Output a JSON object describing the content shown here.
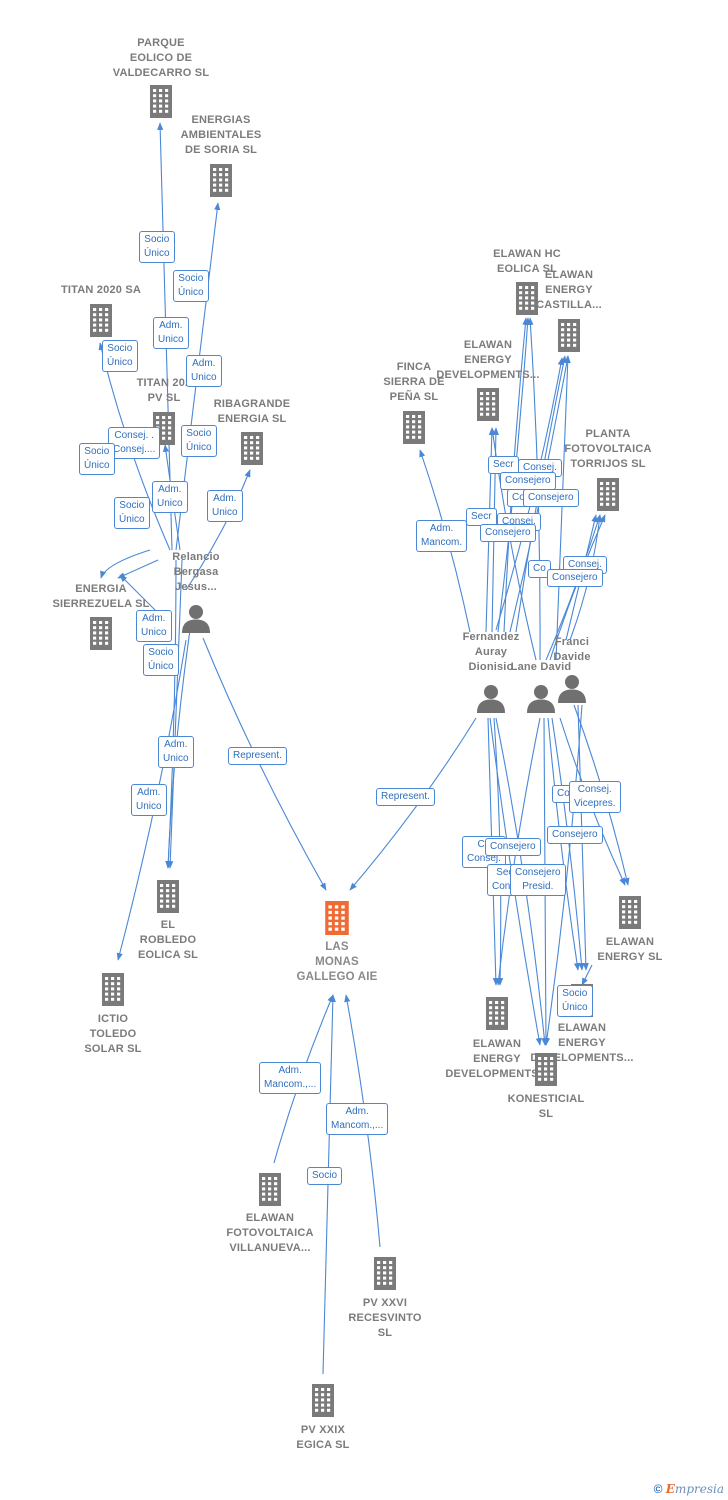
{
  "colors": {
    "edge": "#4a88d6",
    "building": "#7a7a7a",
    "main_building": "#f06a34",
    "person": "#707070",
    "label": "#7b7b7b"
  },
  "nodes": [
    {
      "id": "parque",
      "kind": "company",
      "label": "PARQUE\nEOLICO DE\nVALDECARRO SL"
    },
    {
      "id": "energias",
      "kind": "company",
      "label": "ENERGIAS\nAMBIENTALES\nDE SORIA SL"
    },
    {
      "id": "titan2020",
      "kind": "company",
      "label": "TITAN 2020 SA"
    },
    {
      "id": "titanpv",
      "kind": "company",
      "label": "TITAN 202\nPV  SL"
    },
    {
      "id": "ribagrande",
      "kind": "company",
      "label": "RIBAGRANDE\nENERGIA SL"
    },
    {
      "id": "sierrezuela",
      "kind": "company",
      "label": "ENERGIA\nSIERREZUELA SL"
    },
    {
      "id": "relancio",
      "kind": "person",
      "label": "Relancio\nBergasa\nJesus..."
    },
    {
      "id": "robledo",
      "kind": "company",
      "label": "EL\nROBLEDO\nEOLICA SL"
    },
    {
      "id": "ictio",
      "kind": "company",
      "label": "ICTIO\nTOLEDO\nSOLAR  SL"
    },
    {
      "id": "lasmonas",
      "kind": "main",
      "label": "LAS\nMONAS\nGALLEGO AIE"
    },
    {
      "id": "villanueva",
      "kind": "company",
      "label": "ELAWAN\nFOTOVOLTAICA\nVILLANUEVA..."
    },
    {
      "id": "recesvinto",
      "kind": "company",
      "label": "PV XXVI\nRECESVINTO\nSL"
    },
    {
      "id": "egica",
      "kind": "company",
      "label": "PV XXIX\nEGICA  SL"
    },
    {
      "id": "finca",
      "kind": "company",
      "label": "FINCA\nSIERRA DE\nPEÑA  SL"
    },
    {
      "id": "hceolica",
      "kind": "company",
      "label": "ELAWAN HC\nEOLICA  SL"
    },
    {
      "id": "castilla",
      "kind": "company",
      "label": "ELAWAN\nENERGY\nCASTILLA..."
    },
    {
      "id": "devtop",
      "kind": "company",
      "label": "ELAWAN\nENERGY\nDEVELOPMENTS..."
    },
    {
      "id": "torrijos",
      "kind": "company",
      "label": "PLANTA\nFOTOVOLTAICA\nTORRIJOS  SL"
    },
    {
      "id": "fernandez",
      "kind": "person",
      "label": "Fernandez\nAuray\nDionisio"
    },
    {
      "id": "lane",
      "kind": "person",
      "label": "Lane David"
    },
    {
      "id": "franci",
      "kind": "person",
      "label": "Franci\nDavide"
    },
    {
      "id": "elawanenergy",
      "kind": "company",
      "label": "ELAWAN\nENERGY  SL"
    },
    {
      "id": "devright",
      "kind": "company",
      "label": "ELAWAN\nENERGY\nDEVELOPMENTS..."
    },
    {
      "id": "devleft",
      "kind": "company",
      "label": "ELAWAN\nENERGY\nDEVELOPMENTS..."
    },
    {
      "id": "konesticial",
      "kind": "company",
      "label": "KONESTICIAL\nSL"
    }
  ],
  "edge_labels": [
    "Socio\nÚnico",
    "Socio\nÚnico",
    "Adm.\nUnico",
    "Socio\nÚnico",
    "Adm.\nUnico",
    "Consej. .\nConsej....",
    "Socio\nÚnico",
    "Socio\nÚnico",
    "Adm.\nUnico",
    "Socio\nÚnico",
    "Adm.\nUnico",
    "Adm.\nUnico",
    "Socio\nÚnico",
    "Adm.\nUnico",
    "Adm.\nUnico",
    "Represent.",
    "Represent.",
    "Adm.\nMancom.",
    "Secr",
    "Consej.",
    "Consejero",
    "Co",
    "Consejero",
    "Secr",
    "Consej.",
    "Consejero",
    "Co",
    "Consej.",
    "Consejero",
    "Consejero",
    "Consej.\nVicepres.",
    "Co\nConsej.",
    "Secr\nConse",
    "Consejero",
    "Consejero",
    "Consejero\nPresid.",
    "Socio\nÚnico",
    "Adm.\nMancom.,...",
    "Adm.\nMancom.,...",
    "Socio"
  ],
  "footer": {
    "copyright": "©",
    "brand_initial": "E",
    "brand_rest": "mpresia"
  }
}
